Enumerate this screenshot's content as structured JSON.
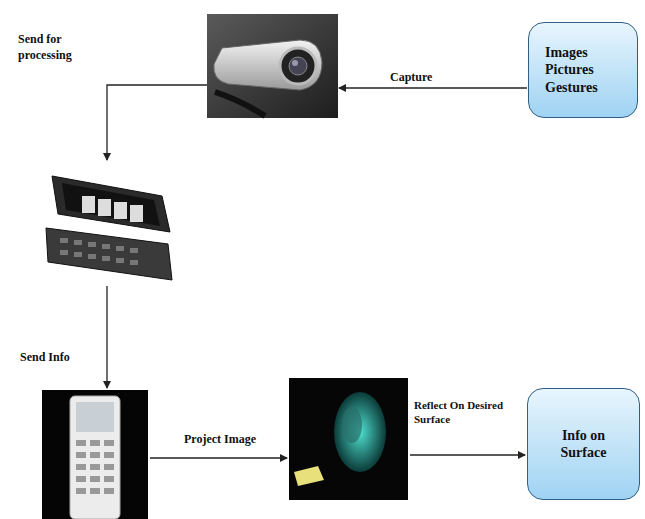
{
  "diagram": {
    "nodes": [
      {
        "text": [
          "Images Pictures Gestures"
        ]
      },
      {
        "text": [
          "Info on Surface"
        ]
      }
    ],
    "labels": [
      "Capture",
      "Send for processing",
      "Send Info",
      "Project Image",
      "Reflect On Desired Surface"
    ]
  }
}
